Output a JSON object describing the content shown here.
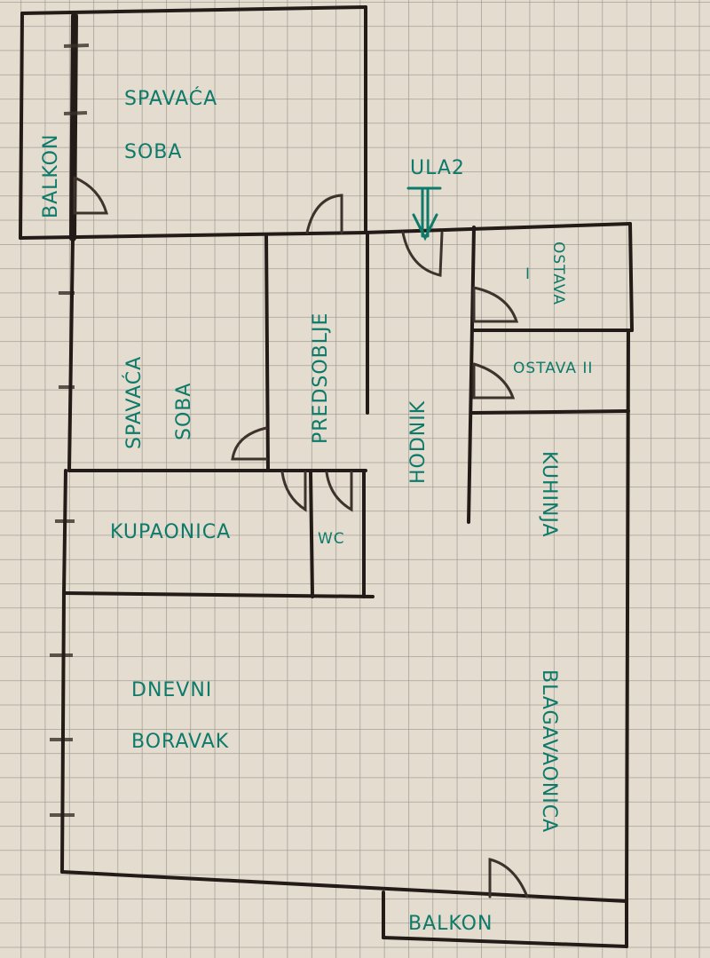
{
  "diagram": {
    "type": "floor-plan",
    "medium": "hand-drawn on graph paper",
    "colors": {
      "paper": "#e3dccf",
      "grid": "#9a948c",
      "walls": "#231b17",
      "labels": "#0e7a6a"
    },
    "entrance": {
      "label": "ULA2",
      "icon": "entrance-arrow-icon"
    },
    "rooms": [
      {
        "id": "balkon-top",
        "label": "BALKON"
      },
      {
        "id": "spavaca-soba-1",
        "label_line1": "SPAVAĆA",
        "label_line2": "SOBA"
      },
      {
        "id": "spavaca-soba-2",
        "label_line1": "SPAVAĆA",
        "label_line2": "SOBA"
      },
      {
        "id": "predsoblje",
        "label": "PREDSOBLJE"
      },
      {
        "id": "hodnik",
        "label": "HODNIK"
      },
      {
        "id": "ostava-1",
        "label": "OSTAVA",
        "marker": "I"
      },
      {
        "id": "ostava-2",
        "label": "OSTAVA II"
      },
      {
        "id": "kupaonica",
        "label": "KUPAONICA"
      },
      {
        "id": "wc",
        "label": "WC"
      },
      {
        "id": "kuhinja",
        "label": "KUHINJA"
      },
      {
        "id": "blagavaonica",
        "label": "BLAGAVAONICA"
      },
      {
        "id": "dnevni-boravak",
        "label_line1": "DNEVNI",
        "label_line2": "BORAVAK"
      },
      {
        "id": "balkon-bottom",
        "label": "BALKON"
      }
    ]
  }
}
